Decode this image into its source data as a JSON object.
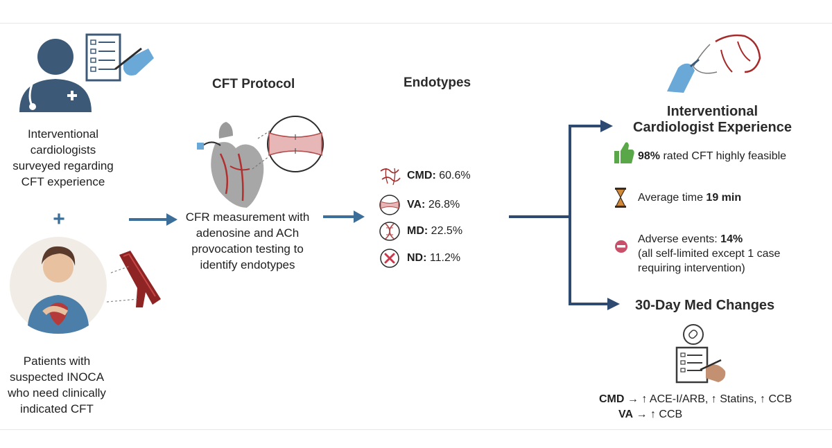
{
  "left": {
    "cardiologists_text": "Interventional cardiologists surveyed regarding CFT experience",
    "plus": "+",
    "patients_text": "Patients with suspected INOCA who need clinically indicated CFT"
  },
  "protocol": {
    "heading": "CFT Protocol",
    "description": "CFR measurement with adenosine and ACh provocation testing to identify endotypes"
  },
  "endotypes": {
    "heading": "Endotypes",
    "items": [
      {
        "code": "CMD:",
        "value": "60.6%",
        "icon": "microvessel-icon"
      },
      {
        "code": "VA:",
        "value": "26.8%",
        "icon": "constricted-vessel-icon"
      },
      {
        "code": "MD:",
        "value": "22.5%",
        "icon": "mixed-disorder-icon"
      },
      {
        "code": "ND:",
        "value": "11.2%",
        "icon": "x-circle-icon"
      }
    ]
  },
  "experience": {
    "heading_line1": "Interventional",
    "heading_line2": "Cardiologist Experience",
    "feasible_bold": "98%",
    "feasible_rest": " rated CFT highly feasible",
    "time_prefix": "Average time ",
    "time_bold": "19 min",
    "adverse_prefix": "Adverse events: ",
    "adverse_bold": "14%",
    "adverse_detail": "(all self-limited except 1 case requiring intervention)"
  },
  "med_changes": {
    "heading": "30-Day Med Changes",
    "cmd_label": "CMD",
    "cmd_text": " → ↑ ACE-I/ARB, ↑ Statins,  ↑ CCB",
    "va_label": "VA",
    "va_text": "  → ↑ CCB"
  },
  "colors": {
    "arrow": "#3b6e98",
    "dark_arrow": "#2e4a70",
    "doctor": "#3c5a78",
    "glove": "#6aa8d8",
    "vessel": "#a52a2a",
    "thumb": "#5aa74a",
    "minus": "#c9506a"
  }
}
